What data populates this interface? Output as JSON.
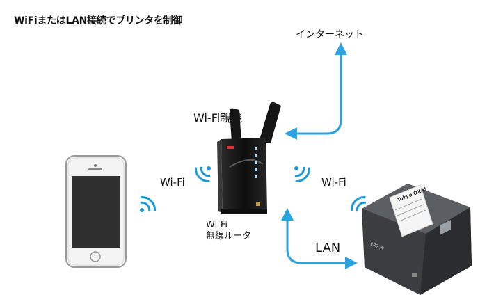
{
  "title": "WiFiまたはLAN接続でプリンタを制御",
  "nodes": {
    "internet": "インターネット",
    "router_name": "Wi-Fi親機",
    "router_desc_line1": "Wi-Fi",
    "router_desc_line2": "無線ルータ",
    "printer_paper_text": "Tokyo OXA!",
    "printer_brand": "EPSON"
  },
  "links": {
    "wifi_left": "Wi-Fi",
    "wifi_right": "Wi-Fi",
    "lan": "LAN"
  },
  "colors": {
    "arrow": "#2aa3df",
    "wifi_signal": "#1b9ad8",
    "router_body": "#1a1a1a",
    "phone_frame": "#f2f2f2",
    "phone_screen": "#333333",
    "printer_body": "#3a3c3f"
  }
}
